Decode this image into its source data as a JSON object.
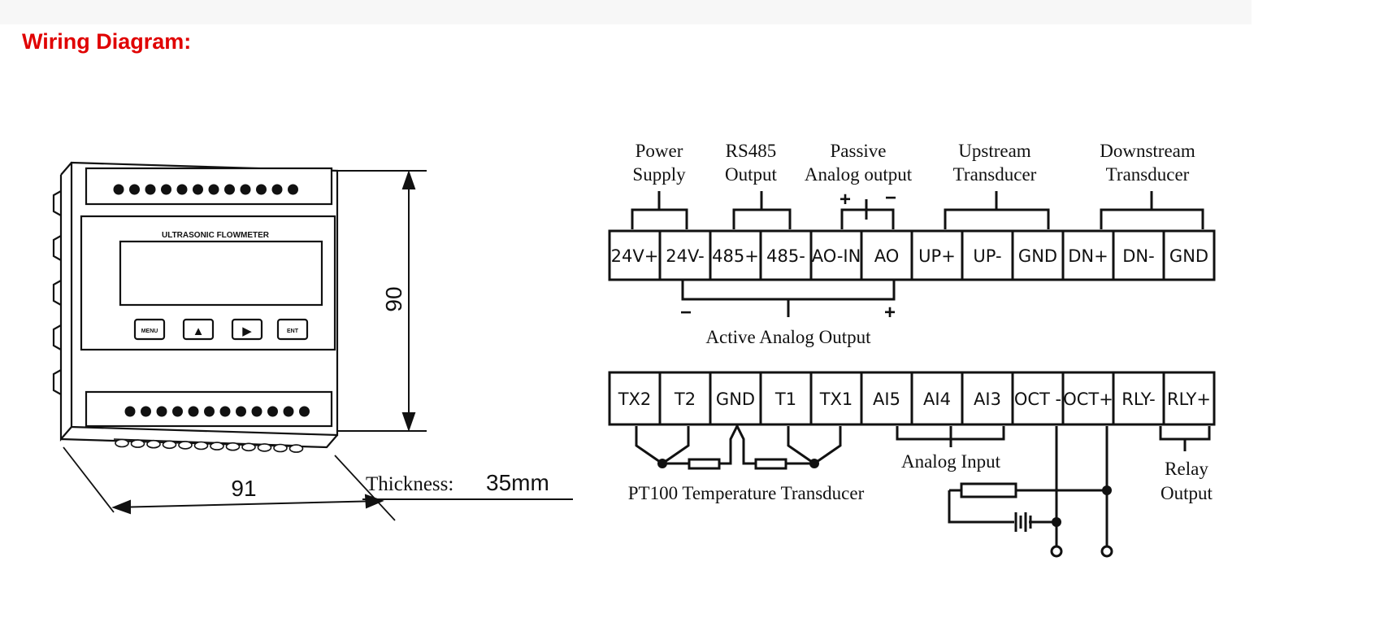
{
  "page": {
    "heading": "Wiring Diagram:"
  },
  "device": {
    "brand_label": "ULTRASONIC FLOWMETER",
    "buttons": [
      "MENU",
      "▲",
      "▶",
      "ENT"
    ],
    "height_dim": "90",
    "width_dim": "91",
    "thickness_label": "Thickness:",
    "thickness_value": "35mm"
  },
  "top_row": {
    "terminals": [
      "24V+",
      "24V-",
      "485+",
      "485-",
      "AO-IN",
      "AO",
      "UP+",
      "UP-",
      "GND",
      "DN+",
      "DN-",
      "GND"
    ],
    "groups": {
      "power_1": "Power",
      "power_2": "Supply",
      "rs485_1": "RS485",
      "rs485_2": "Output",
      "passive_1": "Passive",
      "passive_2": "Analog output",
      "upstream_1": "Upstream",
      "upstream_2": "Transducer",
      "downstream_1": "Downstream",
      "downstream_2": "Transducer"
    },
    "passive_plus": "+",
    "passive_minus": "−",
    "active_label": "Active Analog Output",
    "active_minus": "−",
    "active_plus": "+"
  },
  "bottom_row": {
    "terminals": [
      "TX2",
      "T2",
      "GND",
      "T1",
      "TX1",
      "AI5",
      "AI4",
      "AI3",
      "OCT -",
      "OCT+",
      "RLY-",
      "RLY+"
    ],
    "pt100_label": "PT100 Temperature Transducer",
    "analog_input_label": "Analog Input",
    "relay_1": "Relay",
    "relay_2": "Output"
  }
}
